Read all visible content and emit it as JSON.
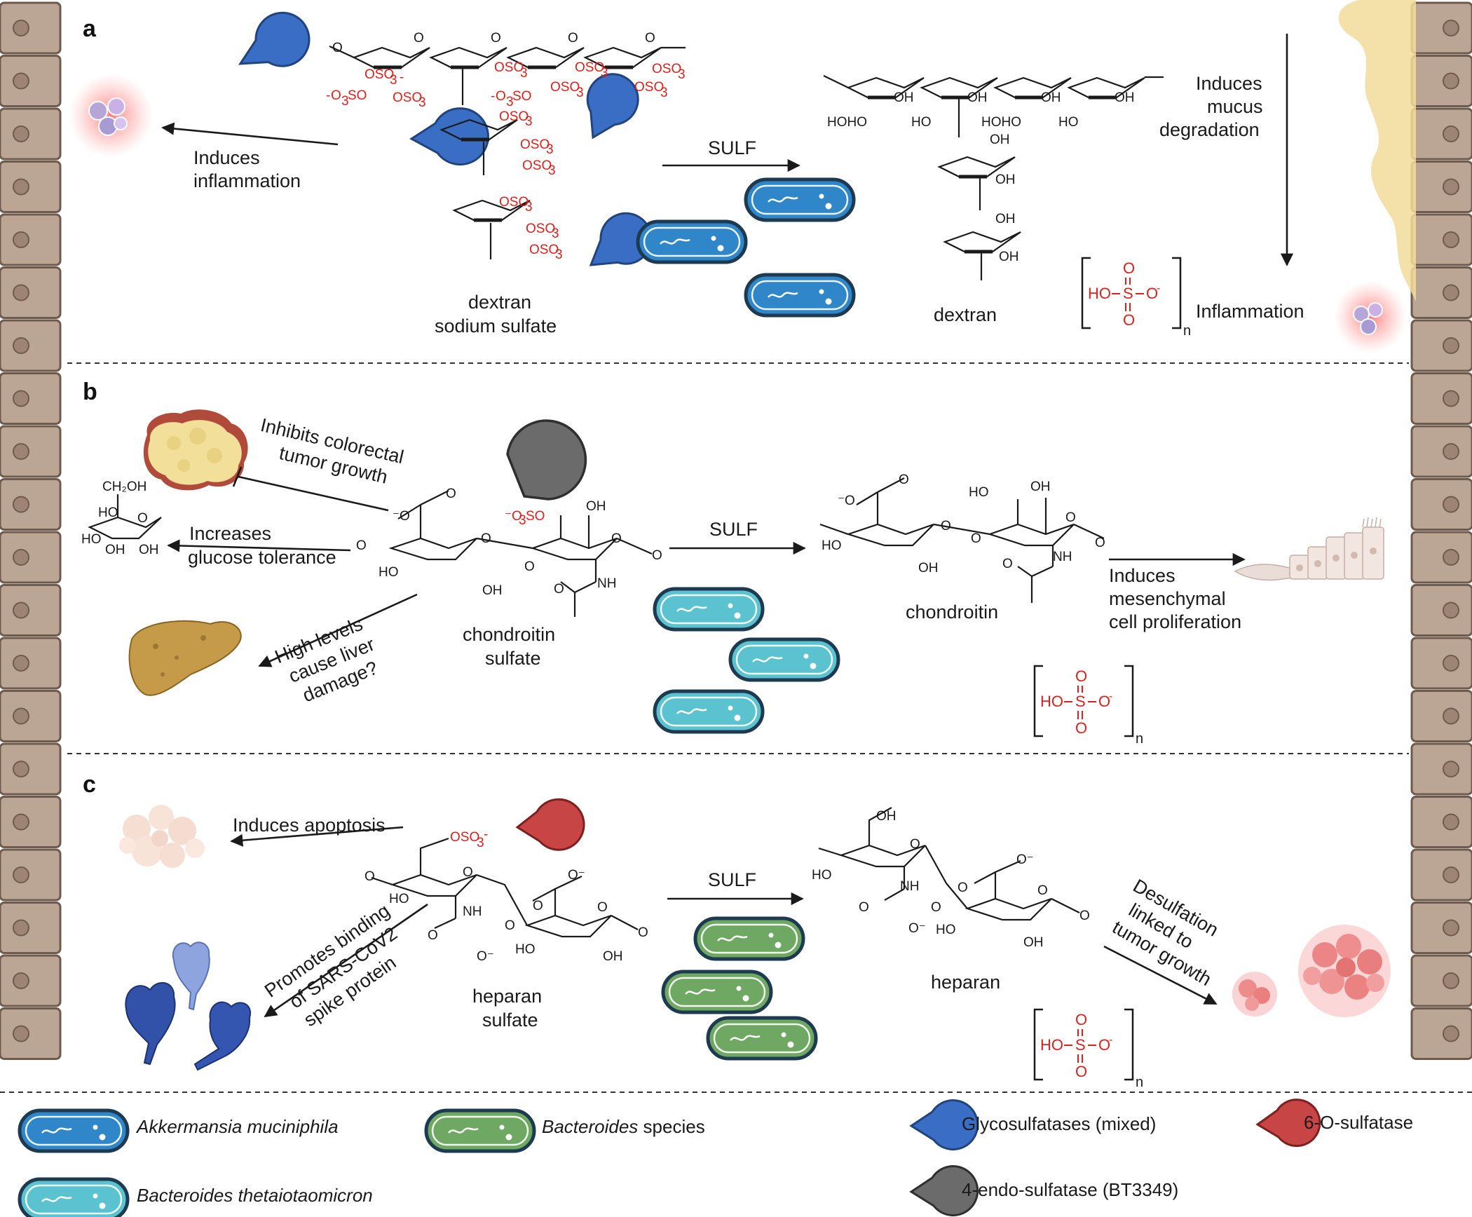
{
  "panels": {
    "a": {
      "letter": "a",
      "reactant_name_line1": "dextran",
      "reactant_name_line2": "sodium sulfate",
      "product_name": "dextran",
      "enzyme_step": "SULF",
      "left_effect_line1": "Induces",
      "left_effect_line2": "inflammation",
      "right_effect_line1": "Induces",
      "right_effect_line2": "mucus",
      "right_effect_line3": "degradation",
      "right_outcome": "Inflammation",
      "byproduct": {
        "left": "HO",
        "center": "S",
        "right": "O",
        "top": "O",
        "bottom": "O",
        "charge": "-",
        "subscript": "n"
      }
    },
    "b": {
      "letter": "b",
      "reactant_name_line1": "chondroitin",
      "reactant_name_line2": "sulfate",
      "product_name": "chondroitin",
      "enzyme_step": "SULF",
      "effect_tumor_line1": "Inhibits colorectal",
      "effect_tumor_line2": "tumor growth",
      "effect_glucose_line1": "Increases",
      "effect_glucose_line2": "glucose tolerance",
      "effect_liver_line1": "High levels",
      "effect_liver_line2": "cause liver",
      "effect_liver_line3": "damage?",
      "right_effect_line1": "Induces",
      "right_effect_line2": "mesenchymal",
      "right_effect_line3": "cell proliferation",
      "byproduct": {
        "left": "HO",
        "center": "S",
        "right": "O",
        "top": "O",
        "bottom": "O",
        "charge": "-",
        "subscript": "n"
      }
    },
    "c": {
      "letter": "c",
      "reactant_name_line1": "heparan",
      "reactant_name_line2": "sulfate",
      "product_name": "heparan",
      "enzyme_step": "SULF",
      "effect_apoptosis": "Induces apoptosis",
      "effect_sars_line1": "Promotes binding",
      "effect_sars_line2": "of SARS-CoV2",
      "effect_sars_line3": "spike protein",
      "right_effect_line1": "Desulfation",
      "right_effect_line2": "linked to",
      "right_effect_line3": "tumor growth",
      "byproduct": {
        "left": "HO",
        "center": "S",
        "right": "O",
        "top": "O",
        "bottom": "O",
        "charge": "-",
        "subscript": "n"
      }
    }
  },
  "legend": {
    "akkermansia": "Akkermansia muciniphila",
    "bacteroides_genus": "Bacteroides",
    "bacteroides_suffix": " species",
    "theta": "Bacteroides thetaiotaomicron",
    "glyco": "Glycosulfatases (mixed)",
    "endo": "4-endo-sulfatase (BT3349)",
    "six_o": "6-O-sulfatase"
  },
  "colors": {
    "akkermansia": "#2f86c9",
    "theta": "#5bc2cf",
    "bacteroides": "#6fa862",
    "glyco": "#3a6ec4",
    "endo": "#6b6b6b",
    "six_o": "#c74545",
    "sulfate": "#e0201c",
    "epithelium": "#b9a394",
    "mucus": "#f2dc9a"
  },
  "icons": {
    "wall": "intestinal-epithelium-icon",
    "mucus": "mucus-layer-icon",
    "tumor": "colorectal-tumor-icon",
    "glucose": "glucose-molecule-icon",
    "liver": "liver-icon",
    "cells": "mesenchymal-cells-icon",
    "apoptosis": "apoptotic-cell-icon",
    "spike": "spike-protein-icon",
    "tumor_growth": "tumor-cells-icon"
  }
}
